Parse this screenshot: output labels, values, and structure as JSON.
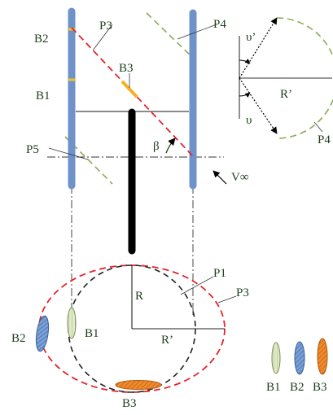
{
  "labels": {
    "B2_top": "B2",
    "B1_top": "B1",
    "P3_top": "P3",
    "B3_top": "B3",
    "P4_top": "P4",
    "P5": "P5",
    "beta": "β",
    "v_inf": "V∞",
    "upsilon_prime": "υ’",
    "upsilon": "υ",
    "R_prime_top": "R’",
    "P4_right": "P4",
    "R": "R",
    "R_prime_bottom": "R’",
    "P1": "P1",
    "P3_bottom": "P3",
    "B2_bottom": "B2",
    "B1_bottom": "B1",
    "B3_bottom": "B3",
    "legend_B1": "B1",
    "legend_B2": "B2",
    "legend_B3": "B3"
  },
  "colors": {
    "blade_blue": "#6f93c9",
    "tower": "#000000",
    "red_dashed": "#e3242b",
    "green_dashed": "#8aaa55",
    "orange": "#f0a030",
    "yellow": "#f6c021",
    "dark_green_text": "#1b3d1b",
    "b1_fill": "#d8e4bf",
    "b2_fill": "#7aa0d6",
    "b3_fill": "#f08a2c"
  }
}
